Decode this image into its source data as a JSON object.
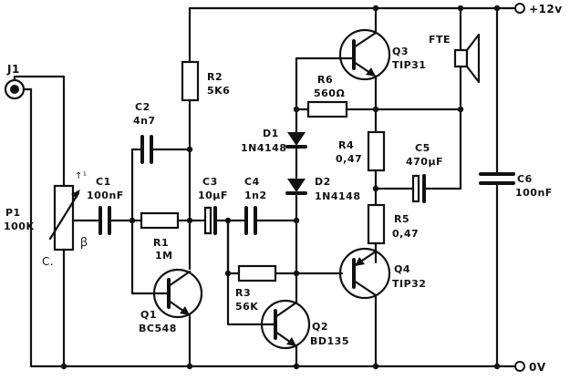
{
  "rails": {
    "vplus": "+12v",
    "gnd": "0V"
  },
  "jack": {
    "name": "J1"
  },
  "pot": {
    "ref": "P1",
    "value": "100K",
    "marks": {
      "top": "↑¹",
      "mid": "ꞵ",
      "bot": "C."
    }
  },
  "c1": {
    "ref": "C1",
    "value": "100nF"
  },
  "c2": {
    "ref": "C2",
    "value": "4n7"
  },
  "c3": {
    "ref": "C3",
    "value": "10µF"
  },
  "c4": {
    "ref": "C4",
    "value": "1n2"
  },
  "c5": {
    "ref": "C5",
    "value": "470µF"
  },
  "c6": {
    "ref": "C6",
    "value": "100nF"
  },
  "r1": {
    "ref": "R1",
    "value": "1M"
  },
  "r2": {
    "ref": "R2",
    "value": "5K6"
  },
  "r3": {
    "ref": "R3",
    "value": "56K"
  },
  "r4": {
    "ref": "R4",
    "value": "0,47"
  },
  "r5": {
    "ref": "R5",
    "value": "0,47"
  },
  "r6": {
    "ref": "R6",
    "value": "560Ω"
  },
  "d1": {
    "ref": "D1",
    "value": "1N4148"
  },
  "d2": {
    "ref": "D2",
    "value": "1N4148"
  },
  "q1": {
    "ref": "Q1",
    "value": "BC548"
  },
  "q2": {
    "ref": "Q2",
    "value": "BD135"
  },
  "q3": {
    "ref": "Q3",
    "value": "TIP31"
  },
  "q4": {
    "ref": "Q4",
    "value": "TIP32"
  },
  "speaker": {
    "ref": "FTE"
  }
}
